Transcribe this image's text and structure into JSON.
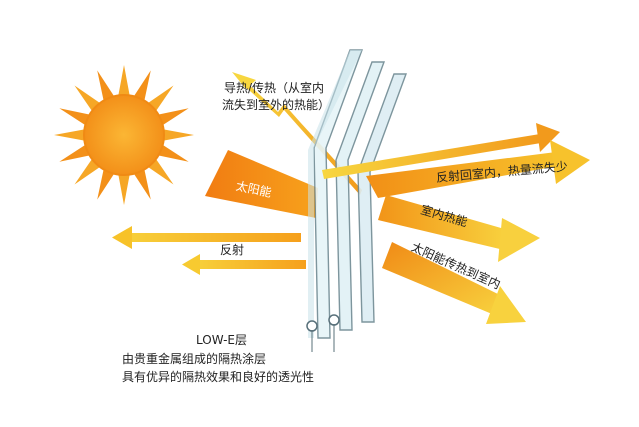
{
  "labels": {
    "conduction": [
      "导热/传热（从室内",
      "流失到室外的热能）"
    ],
    "solar_energy": "太阳能",
    "reflection": "反射",
    "reflect_back": "反射回室内，热量流失少",
    "indoor_heat": "室内热能",
    "solar_transfer": "太阳能传热到室内",
    "lowe_title": "LOW-E层",
    "lowe_desc1": "由贵重金属组成的隔热涂层",
    "lowe_desc2": "具有优异的隔热效果和良好的透光性"
  },
  "colors": {
    "sun_outer": "#f39a1f",
    "sun_inner": "#f7a81b",
    "arrow_orange": "#f39317",
    "arrow_yellow": "#f7c92a",
    "glass": "#dff0f5",
    "glass_edge": "#6e8b94",
    "text_dark": "#222222",
    "text_light": "#ffffff"
  }
}
